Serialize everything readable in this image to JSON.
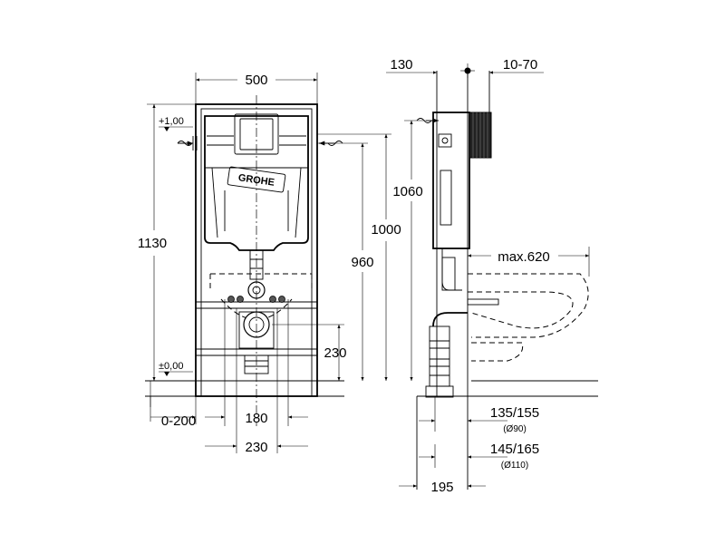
{
  "brand": {
    "logo_text": "GROHE"
  },
  "front_view": {
    "width_top": "500",
    "height_total": "1130",
    "level_top": "+1,00",
    "level_zero": "±0,00",
    "height_1000": "1000",
    "height_960": "960",
    "height_230": "230",
    "offset_floor": "0-200",
    "spacing_180": "180",
    "spacing_230": "230"
  },
  "side_view": {
    "depth_130": "130",
    "depth_10_70": "10-70",
    "height_1060": "1060",
    "max_620": "max.620",
    "drain_135_155": "135/155",
    "drain_d90": "(Ø90)",
    "drain_145_165": "145/165",
    "drain_d110": "(Ø110)",
    "depth_195": "195"
  },
  "colors": {
    "line": "#000000",
    "background": "#ffffff"
  }
}
